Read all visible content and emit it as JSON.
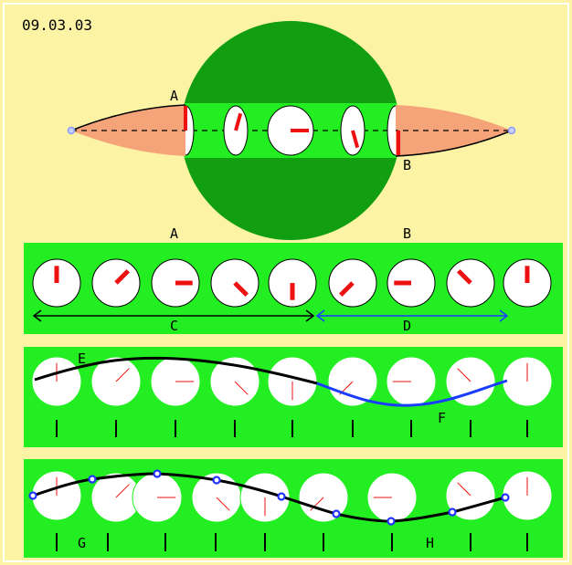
{
  "date_label": "09.03.03",
  "labels": {
    "top_a": "A",
    "top_b": "B",
    "row1_a": "A",
    "row1_b": "B",
    "row1_c": "C",
    "row1_d": "D",
    "row2_e": "E",
    "row2_f": "F",
    "row3_g": "G",
    "row3_h": "H"
  },
  "colors": {
    "background": "#fcf4a4",
    "dark_green": "#119f11",
    "bright_green": "#22ee22",
    "panel_green": "#22ee22",
    "cone": "#f5a47a",
    "hand": "#ee1111",
    "curve": "#000000",
    "curve_blue": "#1a3cff",
    "dot": "#2233ff",
    "endpoint": "#8899ff"
  },
  "row1_angles_deg": [
    90,
    45,
    0,
    -45,
    -90,
    -135,
    -180,
    -225,
    -270
  ],
  "row2_angles_deg": [
    90,
    45,
    0,
    -45,
    -90,
    -135,
    -180,
    -225,
    -270
  ],
  "row3_angles_deg": [
    90,
    45,
    0,
    -45,
    -90,
    -135,
    -180,
    -225,
    -270
  ]
}
